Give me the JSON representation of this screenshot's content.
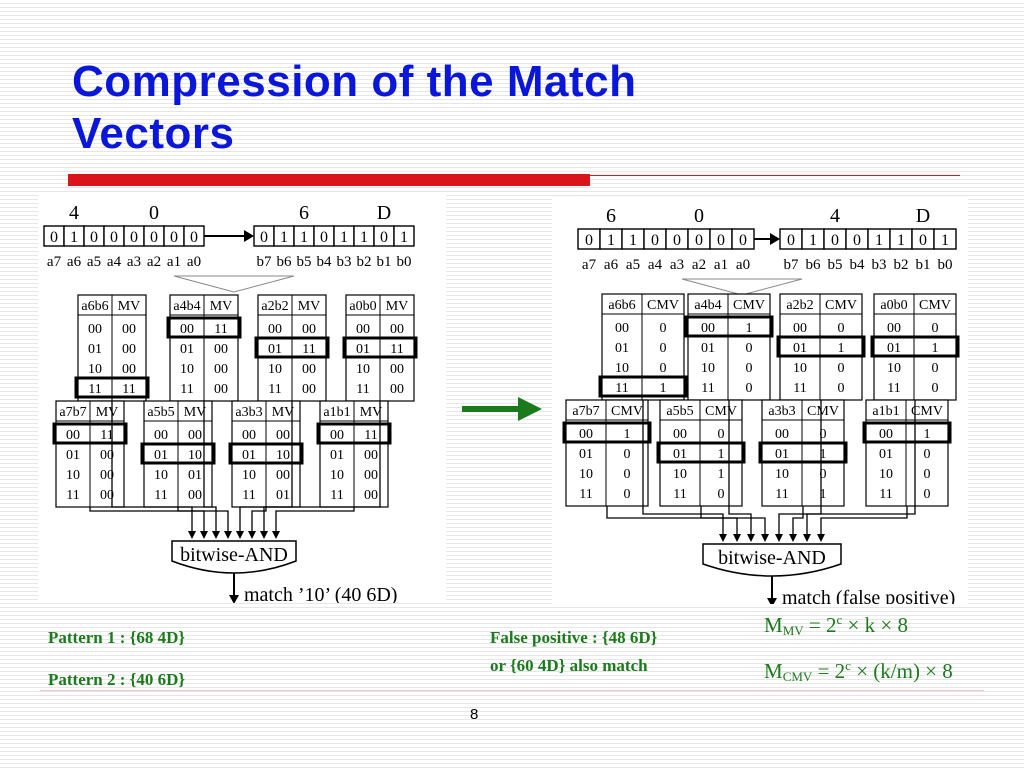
{
  "slide": {
    "title_line1": "Compression of the Match",
    "title_line2": "Vectors",
    "page_number": "8"
  },
  "left": {
    "hex_a": [
      "4",
      "0"
    ],
    "hex_b": [
      "6",
      "D"
    ],
    "bits_a": [
      "0",
      "1",
      "0",
      "0",
      "0",
      "0",
      "0",
      "0"
    ],
    "bits_b": [
      "0",
      "1",
      "1",
      "0",
      "1",
      "1",
      "0",
      "1"
    ],
    "labels_a": [
      "a7",
      "a6",
      "a5",
      "a4",
      "a3",
      "a2",
      "a1",
      "a0"
    ],
    "labels_b": [
      "b7",
      "b6",
      "b5",
      "b4",
      "b3",
      "b2",
      "b1",
      "b0"
    ],
    "tables_top": [
      {
        "h": "a6b6",
        "v": "MV",
        "rows": [
          [
            "00",
            "00"
          ],
          [
            "01",
            "00"
          ],
          [
            "10",
            "00"
          ],
          [
            "11",
            "11"
          ]
        ],
        "hl": 3
      },
      {
        "h": "a4b4",
        "v": "MV",
        "rows": [
          [
            "00",
            "11"
          ],
          [
            "01",
            "00"
          ],
          [
            "10",
            "00"
          ],
          [
            "11",
            "00"
          ]
        ],
        "hl": 0
      },
      {
        "h": "a2b2",
        "v": "MV",
        "rows": [
          [
            "00",
            "00"
          ],
          [
            "01",
            "11"
          ],
          [
            "10",
            "00"
          ],
          [
            "11",
            "00"
          ]
        ],
        "hl": 1
      },
      {
        "h": "a0b0",
        "v": "MV",
        "rows": [
          [
            "00",
            "00"
          ],
          [
            "01",
            "11"
          ],
          [
            "10",
            "00"
          ],
          [
            "11",
            "00"
          ]
        ],
        "hl": 1
      }
    ],
    "tables_bottom": [
      {
        "h": "a7b7",
        "v": "MV",
        "rows": [
          [
            "00",
            "11"
          ],
          [
            "01",
            "00"
          ],
          [
            "10",
            "00"
          ],
          [
            "11",
            "00"
          ]
        ],
        "hl": 0
      },
      {
        "h": "a5b5",
        "v": "MV",
        "rows": [
          [
            "00",
            "00"
          ],
          [
            "01",
            "10"
          ],
          [
            "10",
            "01"
          ],
          [
            "11",
            "00"
          ]
        ],
        "hl": 1
      },
      {
        "h": "a3b3",
        "v": "MV",
        "rows": [
          [
            "00",
            "00"
          ],
          [
            "01",
            "10"
          ],
          [
            "10",
            "00"
          ],
          [
            "11",
            "01"
          ]
        ],
        "hl": 1
      },
      {
        "h": "a1b1",
        "v": "MV",
        "rows": [
          [
            "00",
            "11"
          ],
          [
            "01",
            "00"
          ],
          [
            "10",
            "00"
          ],
          [
            "11",
            "00"
          ]
        ],
        "hl": 0
      }
    ],
    "and_label": "bitwise-AND",
    "result": "match ’10’ (40 6D)"
  },
  "right": {
    "hex_a": [
      "6",
      "0"
    ],
    "hex_b": [
      "4",
      "D"
    ],
    "bits_a": [
      "0",
      "1",
      "1",
      "0",
      "0",
      "0",
      "0",
      "0"
    ],
    "bits_b": [
      "0",
      "1",
      "0",
      "0",
      "1",
      "1",
      "0",
      "1"
    ],
    "labels_a": [
      "a7",
      "a6",
      "a5",
      "a4",
      "a3",
      "a2",
      "a1",
      "a0"
    ],
    "labels_b": [
      "b7",
      "b6",
      "b5",
      "b4",
      "b3",
      "b2",
      "b1",
      "b0"
    ],
    "tables_top": [
      {
        "h": "a6b6",
        "v": "CMV",
        "rows": [
          [
            "00",
            "0"
          ],
          [
            "01",
            "0"
          ],
          [
            "10",
            "0"
          ],
          [
            "11",
            "1"
          ]
        ],
        "hl": 3
      },
      {
        "h": "a4b4",
        "v": "CMV",
        "rows": [
          [
            "00",
            "1"
          ],
          [
            "01",
            "0"
          ],
          [
            "10",
            "0"
          ],
          [
            "11",
            "0"
          ]
        ],
        "hl": 0
      },
      {
        "h": "a2b2",
        "v": "CMV",
        "rows": [
          [
            "00",
            "0"
          ],
          [
            "01",
            "1"
          ],
          [
            "10",
            "0"
          ],
          [
            "11",
            "0"
          ]
        ],
        "hl": 1
      },
      {
        "h": "a0b0",
        "v": "CMV",
        "rows": [
          [
            "00",
            "0"
          ],
          [
            "01",
            "1"
          ],
          [
            "10",
            "0"
          ],
          [
            "11",
            "0"
          ]
        ],
        "hl": 1
      }
    ],
    "tables_bottom": [
      {
        "h": "a7b7",
        "v": "CMV",
        "rows": [
          [
            "00",
            "1"
          ],
          [
            "01",
            "0"
          ],
          [
            "10",
            "0"
          ],
          [
            "11",
            "0"
          ]
        ],
        "hl": 0
      },
      {
        "h": "a5b5",
        "v": "CMV",
        "rows": [
          [
            "00",
            "0"
          ],
          [
            "01",
            "1"
          ],
          [
            "10",
            "1"
          ],
          [
            "11",
            "0"
          ]
        ],
        "hl": 1
      },
      {
        "h": "a3b3",
        "v": "CMV",
        "rows": [
          [
            "00",
            "0"
          ],
          [
            "01",
            "1"
          ],
          [
            "10",
            "0"
          ],
          [
            "11",
            "1"
          ]
        ],
        "hl": 1
      },
      {
        "h": "a1b1",
        "v": "CMV",
        "rows": [
          [
            "00",
            "1"
          ],
          [
            "01",
            "0"
          ],
          [
            "10",
            "0"
          ],
          [
            "11",
            "0"
          ]
        ],
        "hl": 0
      }
    ],
    "and_label": "bitwise-AND",
    "result": "match (false positive)"
  },
  "notes": {
    "pattern1": "Pattern 1 : {68 4D}",
    "pattern2": "Pattern 2 : {40 6D}",
    "false_positive_line1": "False positive : {48 6D}",
    "false_positive_line2": "or {60 4D} also match"
  },
  "equations": {
    "mv_M": "M",
    "mv_sub": "MV",
    "mv_eq": " = 2",
    "mv_sup": "c",
    "mv_rest": " × k × 8",
    "cmv_M": "M",
    "cmv_sub": "CMV",
    "cmv_eq": " = 2",
    "cmv_sup": "c",
    "cmv_rest": " × (k/m) × 8"
  },
  "colors": {
    "title": "#0a17d9",
    "rule": "#d9141b",
    "arrow": "#1b7a1b",
    "notes": "#1b7a1b"
  }
}
